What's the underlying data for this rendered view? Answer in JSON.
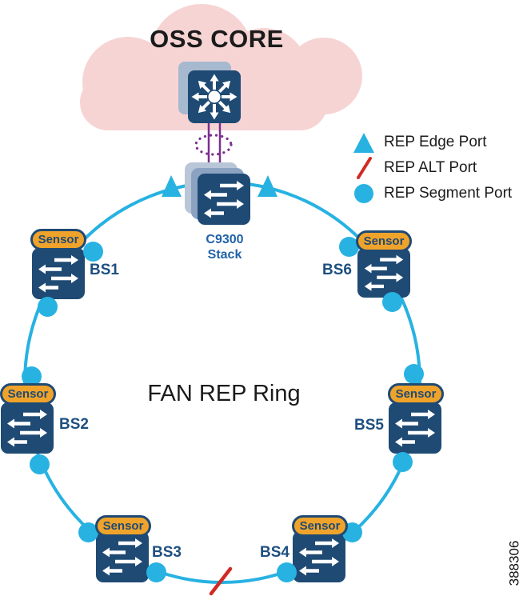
{
  "diagram_title": "FAN REP Ring",
  "cloud": {
    "label": "OSS CORE"
  },
  "core": {
    "stack_label_line1": "C9300",
    "stack_label_line2": "Stack"
  },
  "nodes": [
    {
      "id": "bs1",
      "label": "BS1",
      "badge": "Sensor"
    },
    {
      "id": "bs2",
      "label": "BS2",
      "badge": "Sensor"
    },
    {
      "id": "bs3",
      "label": "BS3",
      "badge": "Sensor"
    },
    {
      "id": "bs4",
      "label": "BS4",
      "badge": "Sensor"
    },
    {
      "id": "bs5",
      "label": "BS5",
      "badge": "Sensor"
    },
    {
      "id": "bs6",
      "label": "BS6",
      "badge": "Sensor"
    }
  ],
  "legend": {
    "items": [
      {
        "icon": "rep-edge-port-triangle",
        "label": "REP Edge Port"
      },
      {
        "icon": "rep-alt-port-slash",
        "label": "REP ALT Port"
      },
      {
        "icon": "rep-segment-port-circle",
        "label": "REP Segment Port"
      }
    ]
  },
  "figure_number": "388306",
  "colors": {
    "ring_cyan": "#27b2e2",
    "switch_navy": "#1f4a74",
    "sensor_orange": "#f0a32a",
    "cloud_pink": "#f7d4d4",
    "uplink_purple": "#7b2f8e",
    "alt_port_red": "#d02a25",
    "stack_label_blue": "#2062a8"
  }
}
